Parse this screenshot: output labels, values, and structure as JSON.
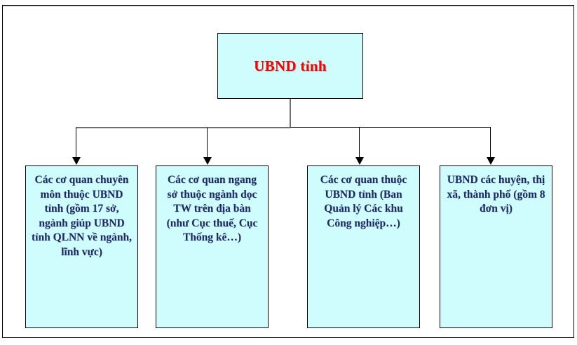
{
  "diagram": {
    "type": "organizational-hierarchy-chart",
    "orientation": "top-down",
    "colors": {
      "node_fill": "#CFFCFC",
      "node_border": "#000000",
      "root_text": "#FF0000",
      "child_text": "#1D2A63",
      "connector": "#000000",
      "frame": "#000000",
      "background": "#FFFFFF"
    },
    "root": {
      "id": "ubnd-tinh",
      "label": "UBND tỉnh"
    },
    "children": [
      {
        "id": "co-quan-chuyen-mon",
        "label": "Các cơ quan chuyên môn thuộc UBND tỉnh (gồm 17 sở, ngành giúp UBND tỉnh QLNN về ngành, lĩnh vực)"
      },
      {
        "id": "co-quan-ngang-so",
        "label": "Các cơ quan ngang sở thuộc ngành dọc TW trên địa bàn (như Cục thuế, Cục Thống kê…)"
      },
      {
        "id": "co-quan-thuoc-ubnd",
        "label": "Các cơ quan thuộc UBND tỉnh (Ban Quản lý Các khu Công nghiệp…)"
      },
      {
        "id": "ubnd-huyen-thi-xa",
        "label": "UBND các huyện, thị xã, thành phố (gồm 8 đơn vị)"
      }
    ]
  }
}
